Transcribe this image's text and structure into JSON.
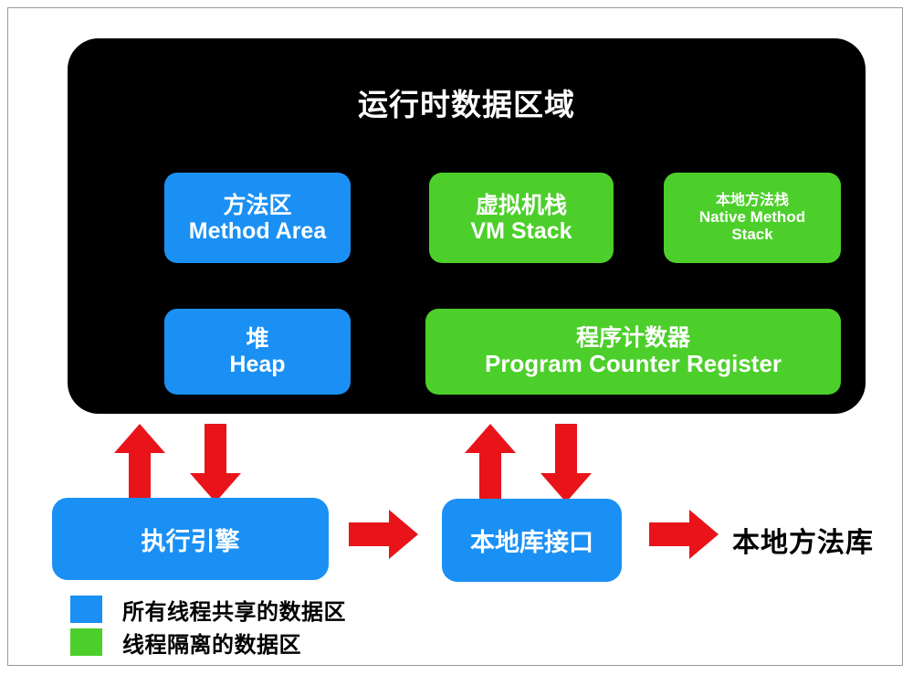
{
  "colors": {
    "shared_blue": "#1a90f5",
    "isolated_green": "#4ccf2a",
    "arrow_red": "#e8141a",
    "panel_black": "#000000",
    "canvas_white": "#ffffff",
    "frame_gray": "#9a9a9a",
    "text_white": "#ffffff",
    "text_black": "#000000"
  },
  "runtime_area": {
    "title": "运行时数据区域",
    "regions": [
      {
        "id": "method-area",
        "cn": "方法区",
        "en": "Method Area",
        "color_role": "shared_blue"
      },
      {
        "id": "vm-stack",
        "cn": "虚拟机栈",
        "en": "VM Stack",
        "color_role": "isolated_green"
      },
      {
        "id": "native-method-stack",
        "cn": "本地方法栈",
        "en": "Native Method",
        "en2": "Stack",
        "color_role": "isolated_green"
      },
      {
        "id": "heap",
        "cn": "堆",
        "en": "Heap",
        "color_role": "shared_blue"
      },
      {
        "id": "program-counter-register",
        "cn": "程序计数器",
        "en": "Program Counter Register",
        "color_role": "isolated_green"
      }
    ]
  },
  "execution": {
    "engine_label": "执行引擎",
    "native_library_interface_label": "本地库接口",
    "native_method_library_label": "本地方法库"
  },
  "arrows": [
    {
      "id": "arrow-up-left",
      "direction": "up",
      "icon": "arrow-up-icon"
    },
    {
      "id": "arrow-down-left",
      "direction": "down",
      "icon": "arrow-down-icon"
    },
    {
      "id": "arrow-up-right",
      "direction": "up",
      "icon": "arrow-up-icon"
    },
    {
      "id": "arrow-down-right",
      "direction": "down",
      "icon": "arrow-down-icon"
    },
    {
      "id": "arrow-right-1",
      "direction": "right",
      "icon": "arrow-right-icon"
    },
    {
      "id": "arrow-right-2",
      "direction": "right",
      "icon": "arrow-right-icon"
    }
  ],
  "legend": {
    "items": [
      {
        "color_role": "shared_blue",
        "label": "所有线程共享的数据区"
      },
      {
        "color_role": "isolated_green",
        "label": "线程隔离的数据区"
      }
    ]
  }
}
